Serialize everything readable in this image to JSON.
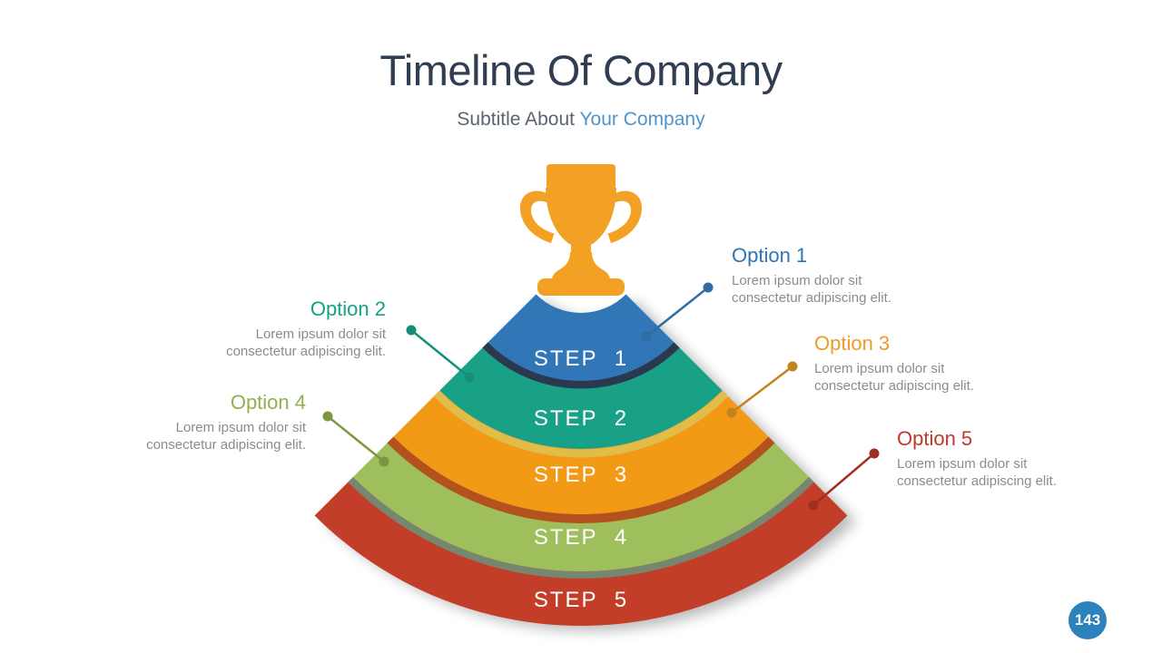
{
  "slide": {
    "title": "Timeline Of Company",
    "subtitle_prefix": "Subtitle About ",
    "subtitle_accent": "Your Company",
    "page_number": "143"
  },
  "colors": {
    "title": "#2F3E53",
    "subtitle": "#5A6470",
    "subtitle_accent": "#4D94CB",
    "body_text": "#8C8C8C",
    "badge_bg": "#2C82BB"
  },
  "trophy": {
    "icon": "trophy-icon",
    "color": "#F2A124"
  },
  "fan": {
    "label_color": "#FFFFFF",
    "steps": [
      {
        "label": "STEP 1",
        "color": "#3177B7"
      },
      {
        "label": "STEP 2",
        "color": "#19A188"
      },
      {
        "label": "STEP 3",
        "color": "#F29A16"
      },
      {
        "label": "STEP 4",
        "color": "#9FBE5C"
      },
      {
        "label": "STEP 5",
        "color": "#C33E28"
      }
    ],
    "edge_colors": [
      "#2A3950",
      "#E2BC49",
      "#B4521D",
      "#77866F"
    ]
  },
  "options": [
    {
      "title": "Option 1",
      "body": "Lorem ipsum dolor sit consectetur adipiscing elit.",
      "color": "#2E75B6",
      "line_color": "#2E6DA4"
    },
    {
      "title": "Option 2",
      "body": "Lorem ipsum dolor sit consectetur adipiscing elit.",
      "color": "#17A085",
      "line_color": "#148F77"
    },
    {
      "title": "Option 3",
      "body": "Lorem ipsum dolor sit consectetur adipiscing elit.",
      "color": "#EE9A27",
      "line_color": "#C4831C"
    },
    {
      "title": "Option 4",
      "body": "Lorem ipsum dolor sit consectetur adipiscing elit.",
      "color": "#94B04B",
      "line_color": "#7C9740"
    },
    {
      "title": "Option 5",
      "body": "Lorem ipsum dolor sit consectetur adipiscing elit.",
      "color": "#C0392B",
      "line_color": "#9E2F22"
    }
  ]
}
